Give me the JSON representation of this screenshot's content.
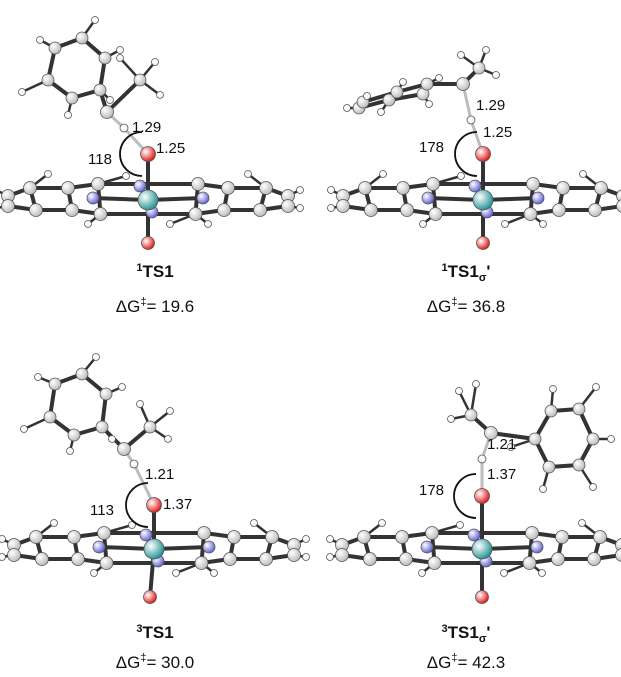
{
  "structures": [
    {
      "id": "1TS1",
      "spin": "1",
      "name": "TS1",
      "subscript": "",
      "prime": "",
      "delta_g_prefix": "ΔG",
      "dagger": "‡",
      "delta_g_value": "= 19.6",
      "angle": "118",
      "bond_upper": "1.29",
      "bond_lower": "1.25",
      "substituent_pose": "phenyl-upper-left"
    },
    {
      "id": "1TS1s",
      "spin": "1",
      "name": "TS1",
      "subscript": "σ",
      "prime": "'",
      "delta_g_prefix": "ΔG",
      "dagger": "‡",
      "delta_g_value": "= 36.8",
      "angle": "178",
      "bond_upper": "1.29",
      "bond_lower": "1.25",
      "substituent_pose": "phenyl-left-flat"
    },
    {
      "id": "3TS1",
      "spin": "3",
      "name": "TS1",
      "subscript": "",
      "prime": "",
      "delta_g_prefix": "ΔG",
      "dagger": "‡",
      "delta_g_value": "= 30.0",
      "angle": "113",
      "bond_upper": "1.21",
      "bond_lower": "1.37",
      "substituent_pose": "phenyl-upper-left"
    },
    {
      "id": "3TS1s",
      "spin": "3",
      "name": "TS1",
      "subscript": "σ",
      "prime": "'",
      "delta_g_prefix": "ΔG",
      "dagger": "‡",
      "delta_g_value": "= 42.3",
      "angle": "178",
      "bond_upper": "1.21",
      "bond_lower": "1.37",
      "substituent_pose": "phenyl-right"
    }
  ],
  "colors": {
    "carbon": "#b9b9b9",
    "hydrogen": "#f2f2f2",
    "nitrogen": "#5a5ad6",
    "oxygen": "#e01010",
    "iron": "#1f8f8f",
    "bond": "#333333",
    "transfer_bond": "#bdbdbd"
  }
}
